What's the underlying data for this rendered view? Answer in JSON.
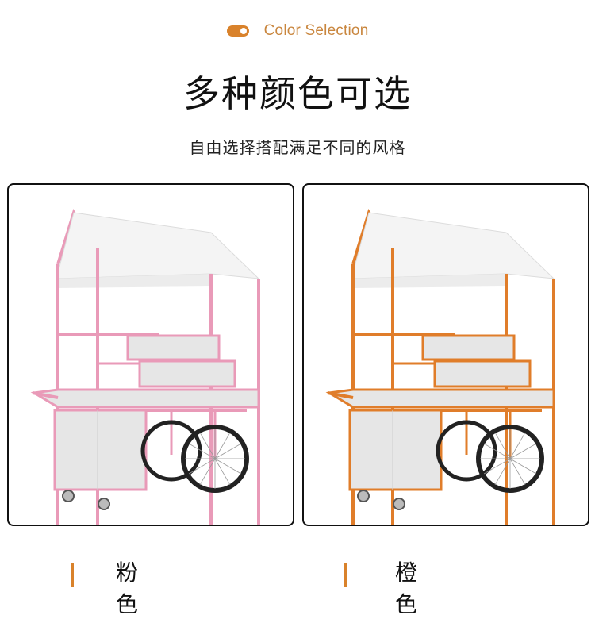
{
  "header": {
    "tag_label": "Color Selection",
    "tag_icon": "toggle-pill-icon",
    "title": "多种颜色可选",
    "subtitle": "自由选择搭配满足不同的风格"
  },
  "colors": {
    "accent": "#d9822b",
    "pink_frame": "#e99ab8",
    "orange_frame": "#e07d2a"
  },
  "options": [
    {
      "caption": "粉色",
      "frame_color": "#e99ab8"
    },
    {
      "caption": "橙色",
      "frame_color": "#e07d2a"
    }
  ]
}
